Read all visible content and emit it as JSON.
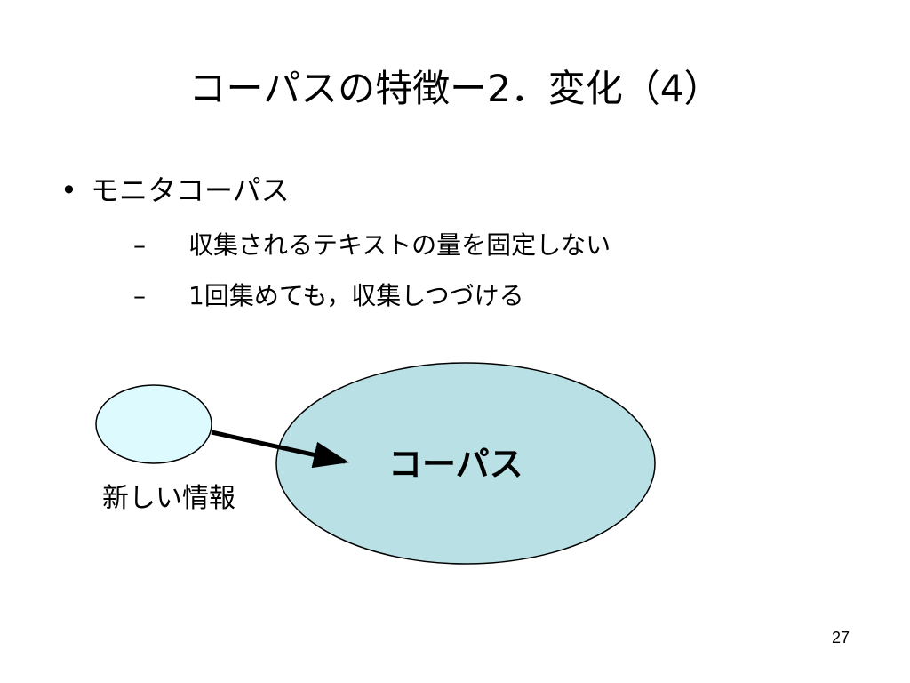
{
  "slide": {
    "title": "コーパスの特徴ー2．変化（4）",
    "bullet": {
      "marker": "•",
      "text": "モニタコーパス",
      "subitems": [
        {
          "marker": "–",
          "text": "収集されるテキストの量を固定しない"
        },
        {
          "marker": "–",
          "text": "1回集めても，収集しつづける"
        }
      ]
    },
    "diagram": {
      "corpus_label": "コーパス",
      "new_info_label": "新しい情報",
      "colors": {
        "corpus_fill": "#b9e0e5",
        "new_info_fill": "#ddfbff",
        "outline": "#000000",
        "arrow": "#000000"
      }
    },
    "page_number": "27"
  }
}
